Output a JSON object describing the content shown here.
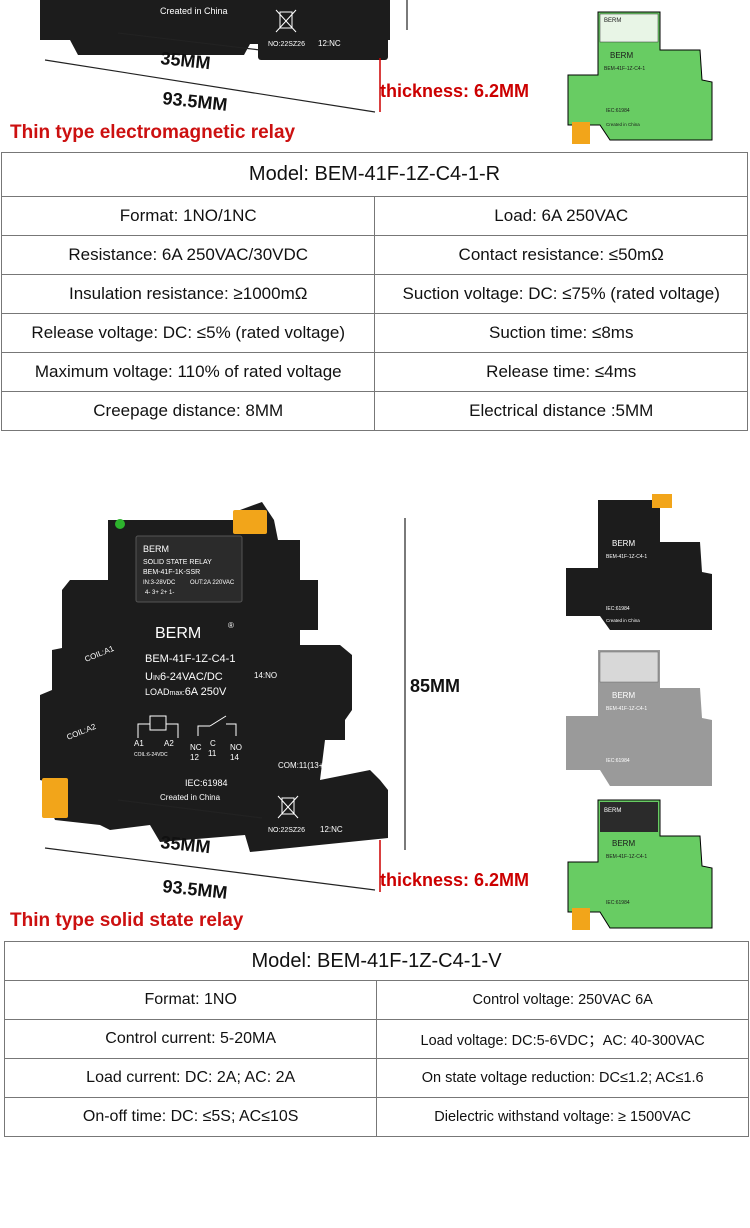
{
  "colors": {
    "accent_red": "#cc1010",
    "table_border": "#777777",
    "relay_black": "#1c1c1c",
    "relay_gray": "#9a9a9a",
    "relay_green": "#68cc63",
    "terminal_orange": "#f2a51a"
  },
  "relay_markings": {
    "brand": "BERM",
    "model_main": "BEM-41F-1Z-C4-1",
    "input": "6-24VAC/DC",
    "input_prefix": "U",
    "input_sub": "IN",
    "load": "6A  250V",
    "load_prefix": "LOAD",
    "load_sub": "max:",
    "made_in": "Created in China",
    "standard": "IEC:61984",
    "coil_a1": "COIL:A1",
    "coil_a2": "COIL:A2",
    "coil_range": "COIL:6-24VDC",
    "a1": "A1",
    "a2": "A2",
    "nc": "NC",
    "c": "C",
    "no": "NO",
    "pin_12": "12",
    "pin_11": "11",
    "pin_14": "14",
    "no_14": "14:NO",
    "nc_12": "12:NC",
    "com_11": "COM:11(13+)",
    "serial": "NO:22SZ26",
    "ssr_brand": "BERM",
    "ssr_title": "SOLID STATE RELAY",
    "ssr_model": "BEM-41F-1K-SSR",
    "ssr_in": "IN:3-28VDC",
    "ssr_out": "OUT:2A 220VAC",
    "ssr_pins": "4-  3+      2+   1-"
  },
  "section1": {
    "label_created": "Created in China",
    "label_serial": "NO:22SZ26",
    "label_nc": "12:NC",
    "dim_width": "35MM",
    "dim_length": "93.5MM",
    "dim_thickness": "thickness: 6.2MM",
    "title": "Thin type electromagnetic relay"
  },
  "table1": {
    "model": "Model: BEM-41F-1Z-C4-1-R",
    "rows": [
      [
        "Format: 1NO/1NC",
        "Load: 6A 250VAC"
      ],
      [
        "Resistance: 6A 250VAC/30VDC",
        "Contact resistance: ≤50mΩ"
      ],
      [
        "Insulation resistance: ≥1000mΩ",
        "Suction voltage: DC: ≤75% (rated voltage)"
      ],
      [
        "Release voltage: DC: ≤5% (rated voltage)",
        "Suction time: ≤8ms"
      ],
      [
        "Maximum voltage: 110% of rated voltage",
        "Release time: ≤4ms"
      ],
      [
        "Creepage distance: 8MM",
        "Electrical distance :5MM"
      ]
    ]
  },
  "section2": {
    "dim_height": "85MM",
    "dim_width": "35MM",
    "dim_length": "93.5MM",
    "dim_thickness": "thickness: 6.2MM",
    "title": "Thin type solid state relay"
  },
  "table2": {
    "model": "Model: BEM-41F-1Z-C4-1-V",
    "rows": [
      [
        "Format: 1NO",
        "Control voltage: 250VAC 6A"
      ],
      [
        "Control current: 5-20MA",
        "Load voltage: DC:5-6VDC；AC: 40-300VAC"
      ],
      [
        "Load current: DC: 2A; AC: 2A",
        "On state voltage reduction: DC≤1.2; AC≤1.6"
      ],
      [
        "On-off time: DC: ≤5S; AC≤10S",
        "Dielectric withstand voltage: ≥ 1500VAC"
      ]
    ]
  }
}
